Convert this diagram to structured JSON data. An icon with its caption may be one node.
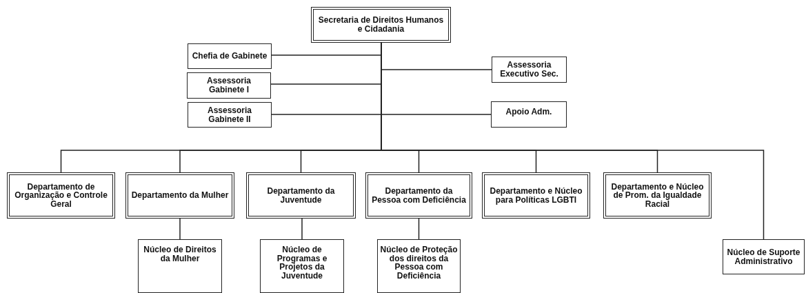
{
  "diagram": {
    "nodes": [
      {
        "text": [
          "Secretaria de Direitos Humanos e Cidadania"
        ]
      },
      {
        "text": [
          "Chefia de Gabinete"
        ]
      },
      {
        "text": [
          "Assessoria Gabinete I"
        ]
      },
      {
        "text": [
          "Assessoria Gabinete II"
        ]
      },
      {
        "text": [
          "Assessoria Executivo Sec."
        ]
      },
      {
        "text": [
          "Apoio Adm."
        ]
      },
      {
        "text": [
          "Departamento de Organização e Controle Geral"
        ]
      },
      {
        "text": [
          "Departamento da Mulher"
        ]
      },
      {
        "text": [
          "Departamento da Juventude"
        ]
      },
      {
        "text": [
          "Departamento da Pessoa com Deficiência"
        ]
      },
      {
        "text": [
          "Departamento e Núcleo para Políticas LGBTI"
        ]
      },
      {
        "text": [
          "Departamento e Núcleo de Prom. da Igualdade Racial"
        ]
      },
      {
        "text": [
          "Núcleo de Direitos da Mulher"
        ]
      },
      {
        "text": [
          "Núcleo de Programas e Projetos da Juventude"
        ]
      },
      {
        "text": [
          "Núcleo de Proteção dos direitos da Pessoa com Deficiência"
        ]
      },
      {
        "text": [
          "Núcleo de Suporte Administrativo"
        ]
      }
    ],
    "edges": [
      {
        "from": 0,
        "to": 1,
        "arrow": "none"
      },
      {
        "from": 0,
        "to": 2,
        "arrow": "none"
      },
      {
        "from": 0,
        "to": 3,
        "arrow": "none"
      },
      {
        "from": 0,
        "to": 4,
        "arrow": "none"
      },
      {
        "from": 0,
        "to": 5,
        "arrow": "none"
      },
      {
        "from": 0,
        "to": 6,
        "arrow": "none"
      },
      {
        "from": 0,
        "to": 7,
        "arrow": "none"
      },
      {
        "from": 0,
        "to": 8,
        "arrow": "none"
      },
      {
        "from": 0,
        "to": 9,
        "arrow": "none"
      },
      {
        "from": 0,
        "to": 10,
        "arrow": "none"
      },
      {
        "from": 0,
        "to": 11,
        "arrow": "none"
      },
      {
        "from": 0,
        "to": 15,
        "arrow": "none"
      },
      {
        "from": 7,
        "to": 12,
        "arrow": "none"
      },
      {
        "from": 8,
        "to": 13,
        "arrow": "none"
      },
      {
        "from": 9,
        "to": 14,
        "arrow": "none"
      }
    ]
  }
}
